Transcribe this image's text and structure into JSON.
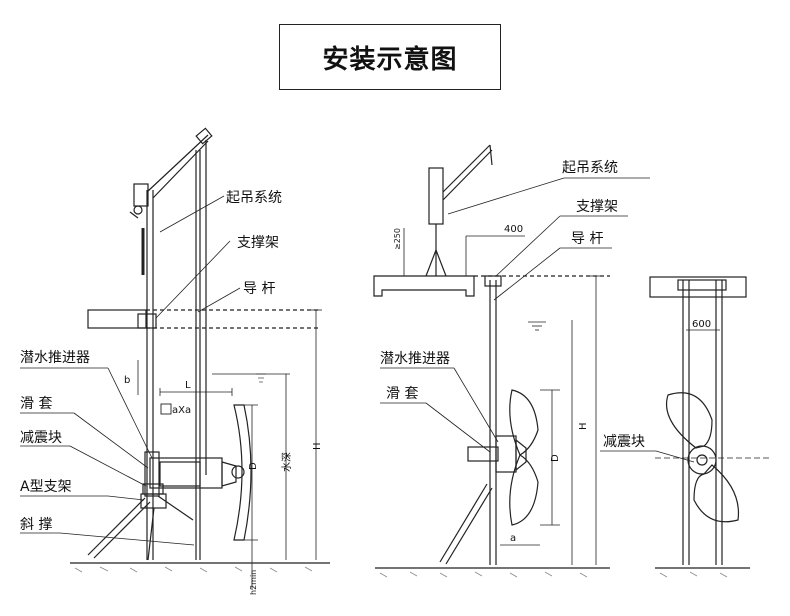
{
  "title": "安装示意图",
  "left_labels": {
    "lifting_system": "起吊系统",
    "support_frame": "支撑架",
    "guide_rod": "导 杆",
    "submersible_thruster": "潜水推进器",
    "sliding_sleeve": "滑 套",
    "damping_block": "减震块",
    "a_frame": "A型支架",
    "diagonal_brace": "斜 撑",
    "dim_b": "b",
    "dim_L": "L",
    "dim_axa": "aXa",
    "dim_D": "D",
    "dim_water_depth": "水深",
    "dim_H": "H",
    "dim_h2min": "h2min"
  },
  "middle_labels": {
    "lifting_system": "起吊系统",
    "support_frame": "支撑架",
    "guide_rod": "导 杆",
    "submersible_thruster": "潜水推进器",
    "sliding_sleeve": "滑 套",
    "dim_400": "400",
    "dim_250": "≥250",
    "dim_D": "D",
    "dim_H": "H",
    "dim_a": "a"
  },
  "right_labels": {
    "dim_600": "600",
    "damping_block": "减震块"
  }
}
